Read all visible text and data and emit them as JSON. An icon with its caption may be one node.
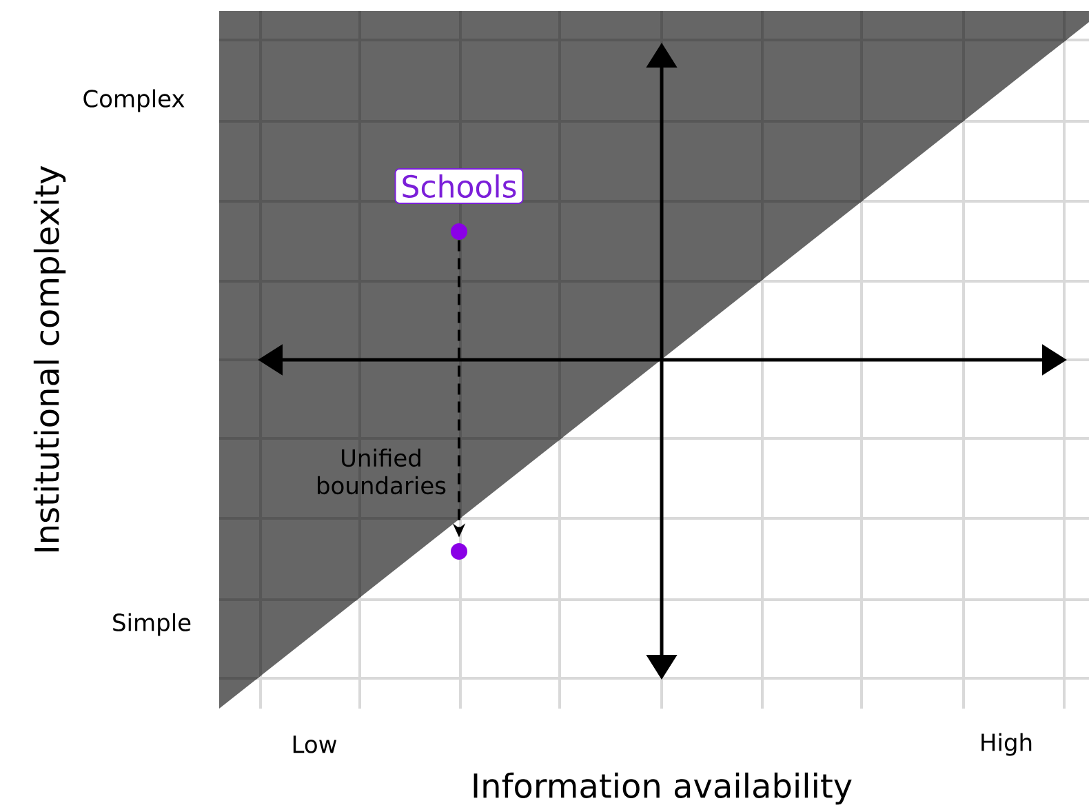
{
  "diagram": {
    "nodes": [
      {
        "text": [
          "Schools"
        ]
      },
      {
        "text": [],
        "shape": "circle"
      },
      {
        "text": [],
        "shape": "circle"
      }
    ],
    "edges": [
      {
        "from": 1,
        "to": 2,
        "arrow": "to",
        "style": "dashed",
        "label": "Unified boundaries"
      }
    ],
    "labels": [
      "Complex",
      "Institutional complexity",
      "Simple",
      "Low",
      "High",
      "Information availability"
    ]
  }
}
